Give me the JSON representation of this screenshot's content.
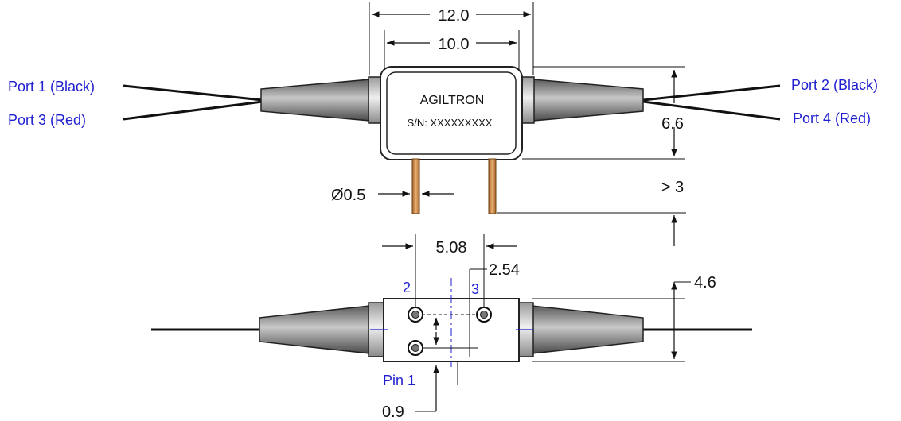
{
  "ports": {
    "port1": "Port 1 (Black)",
    "port3": "Port 3 (Red)",
    "port2": "Port 2 (Black)",
    "port4": "Port 4 (Red)"
  },
  "device": {
    "brand": "AGILTRON",
    "serial": "S/N: XXXXXXXXX"
  },
  "dimensions": {
    "overall_length": "12.0",
    "body_length": "10.0",
    "height": "6.6",
    "pin_length": "> 3",
    "pin_diameter": "Ø0.5",
    "pin_spacing": "5.08",
    "pin_offset": "2.54",
    "width": "4.6",
    "pin_edge": "0.9"
  },
  "pins": {
    "pin2": "2",
    "pin3": "3",
    "pin1": "Pin 1"
  },
  "colors": {
    "label_blue": "#1f1fd0",
    "pin_copper": "#d89a55"
  }
}
